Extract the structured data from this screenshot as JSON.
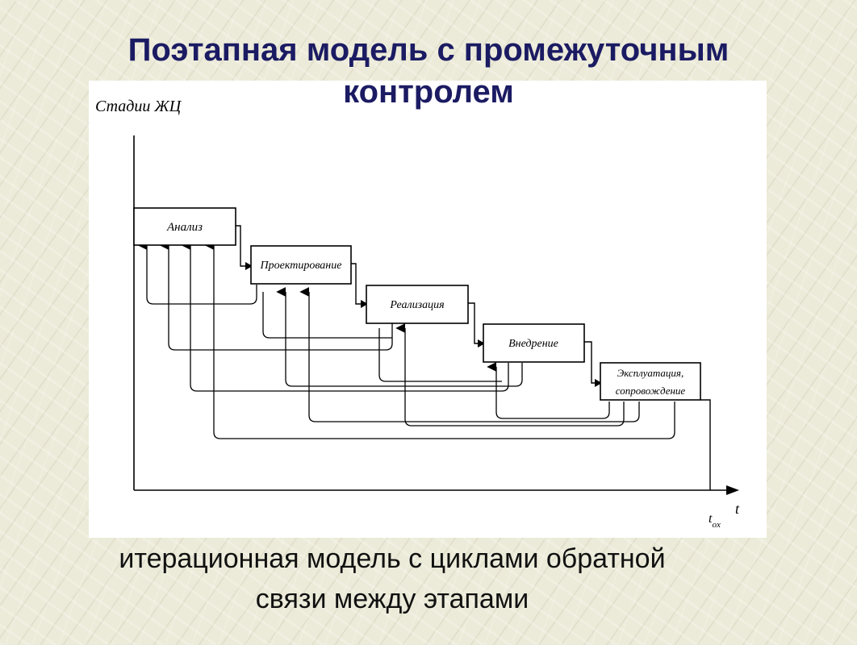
{
  "title": {
    "line1": "Поэтапная модель с промежуточным",
    "line2": "контролем"
  },
  "diagram": {
    "y_axis_label": "Стадии ЖЦ",
    "x_axis_label": "t",
    "x_axis_marker": "t",
    "x_axis_marker_subscript": "ox",
    "stages": [
      {
        "label": "Анализ"
      },
      {
        "label": "Проектирование"
      },
      {
        "label": "Реализация"
      },
      {
        "label": "Внедрение"
      },
      {
        "label": "Эксплуатация,",
        "label2": "сопровождение"
      }
    ]
  },
  "caption": {
    "line1": "итерационная модель с циклами обратной",
    "line2": "связи между этапами"
  }
}
